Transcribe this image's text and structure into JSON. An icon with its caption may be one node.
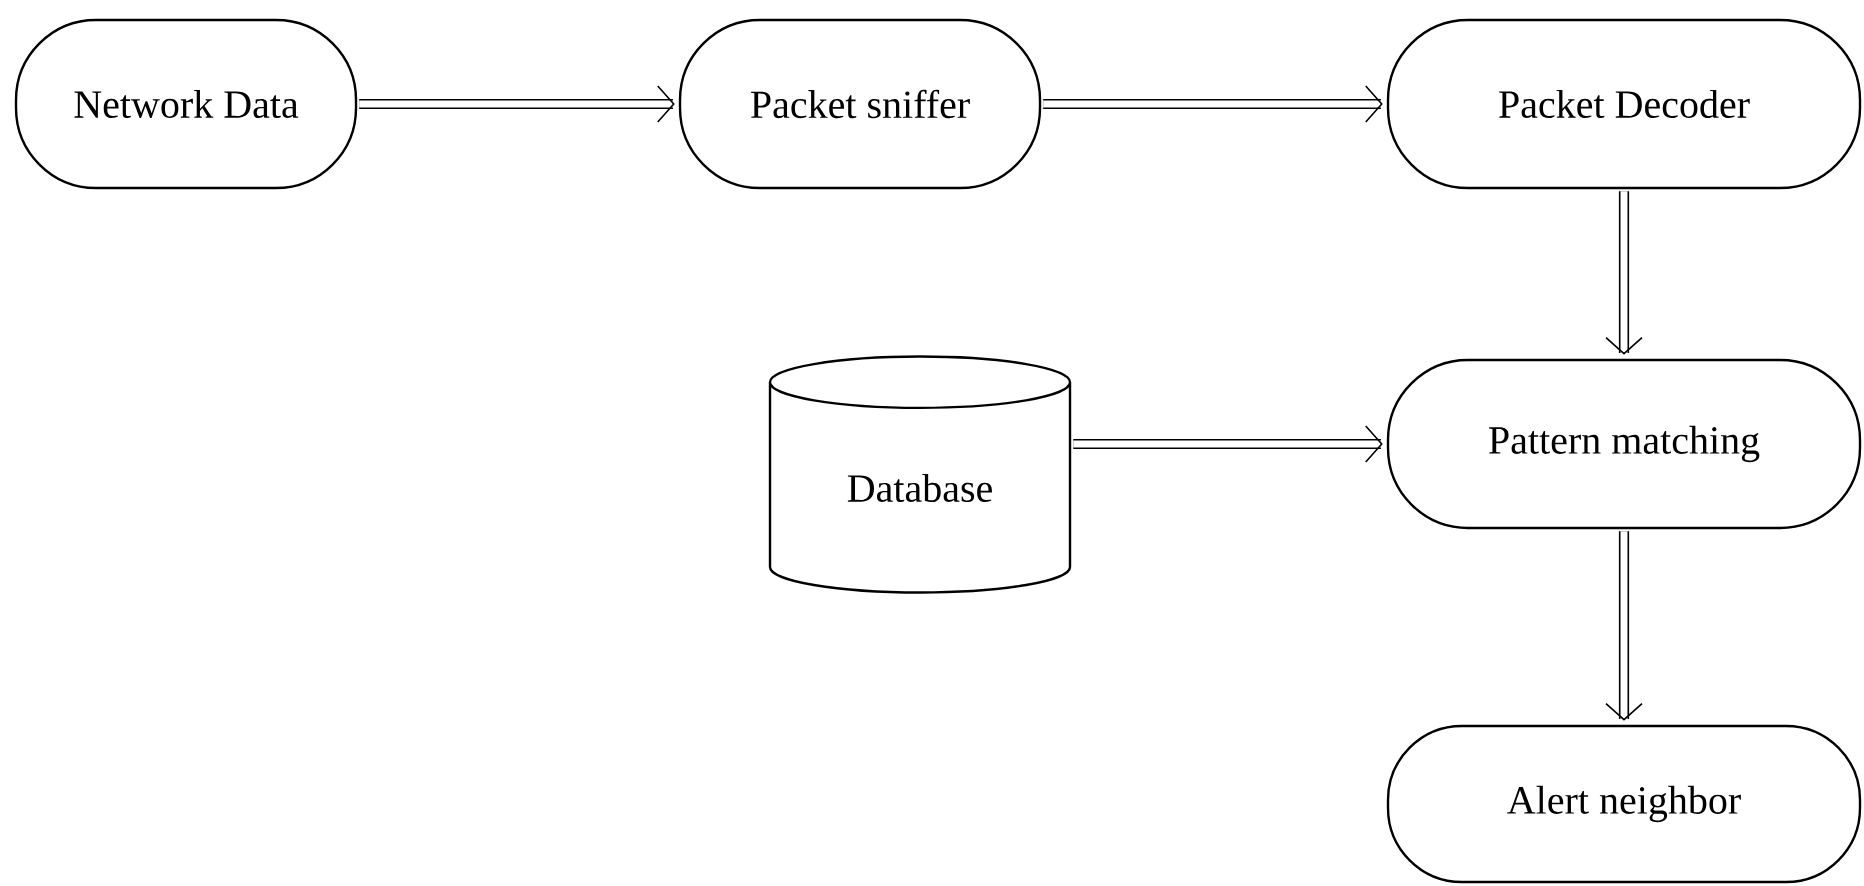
{
  "diagram": {
    "nodes": [
      {
        "text": [
          "Network Data"
        ]
      },
      {
        "text": [
          "Packet sniffer"
        ]
      },
      {
        "text": [
          "Packet Decoder"
        ]
      },
      {
        "text": [
          "Database"
        ]
      },
      {
        "text": [
          "Pattern matching"
        ]
      },
      {
        "text": [
          "Alert neighbor"
        ]
      }
    ],
    "edges": [
      {
        "from": 0,
        "to": 1,
        "arrow": "to"
      },
      {
        "from": 1,
        "to": 2,
        "arrow": "to"
      },
      {
        "from": 2,
        "to": 4,
        "arrow": "to"
      },
      {
        "from": 3,
        "to": 4,
        "arrow": "to"
      },
      {
        "from": 4,
        "to": 5,
        "arrow": "to"
      }
    ]
  }
}
